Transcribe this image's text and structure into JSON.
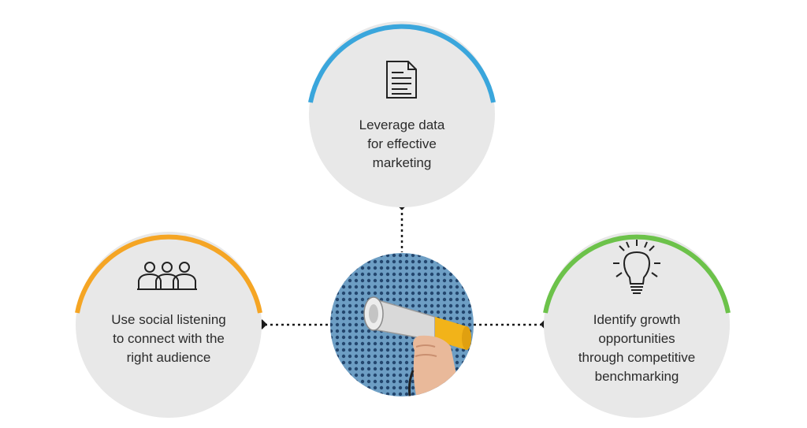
{
  "nodes": {
    "top": {
      "text": "Leverage data\nfor effective\nmarketing",
      "accent": "#3aa6dc",
      "icon": "document-icon"
    },
    "left": {
      "text": "Use social listening\nto connect with the\nright audience",
      "accent": "#f5a524",
      "icon": "people-group-icon"
    },
    "right": {
      "text": "Identify growth\nopportunities\nthrough competitive\nbenchmarking",
      "accent": "#6cc24a",
      "icon": "lightbulb-icon"
    }
  },
  "center": {
    "image": "megaphone-in-hand",
    "background": "#6d9ec4",
    "dots": "#1f3f63"
  },
  "colors": {
    "circle_fill": "#e8e8e8",
    "connector": "#1a1a1a"
  }
}
